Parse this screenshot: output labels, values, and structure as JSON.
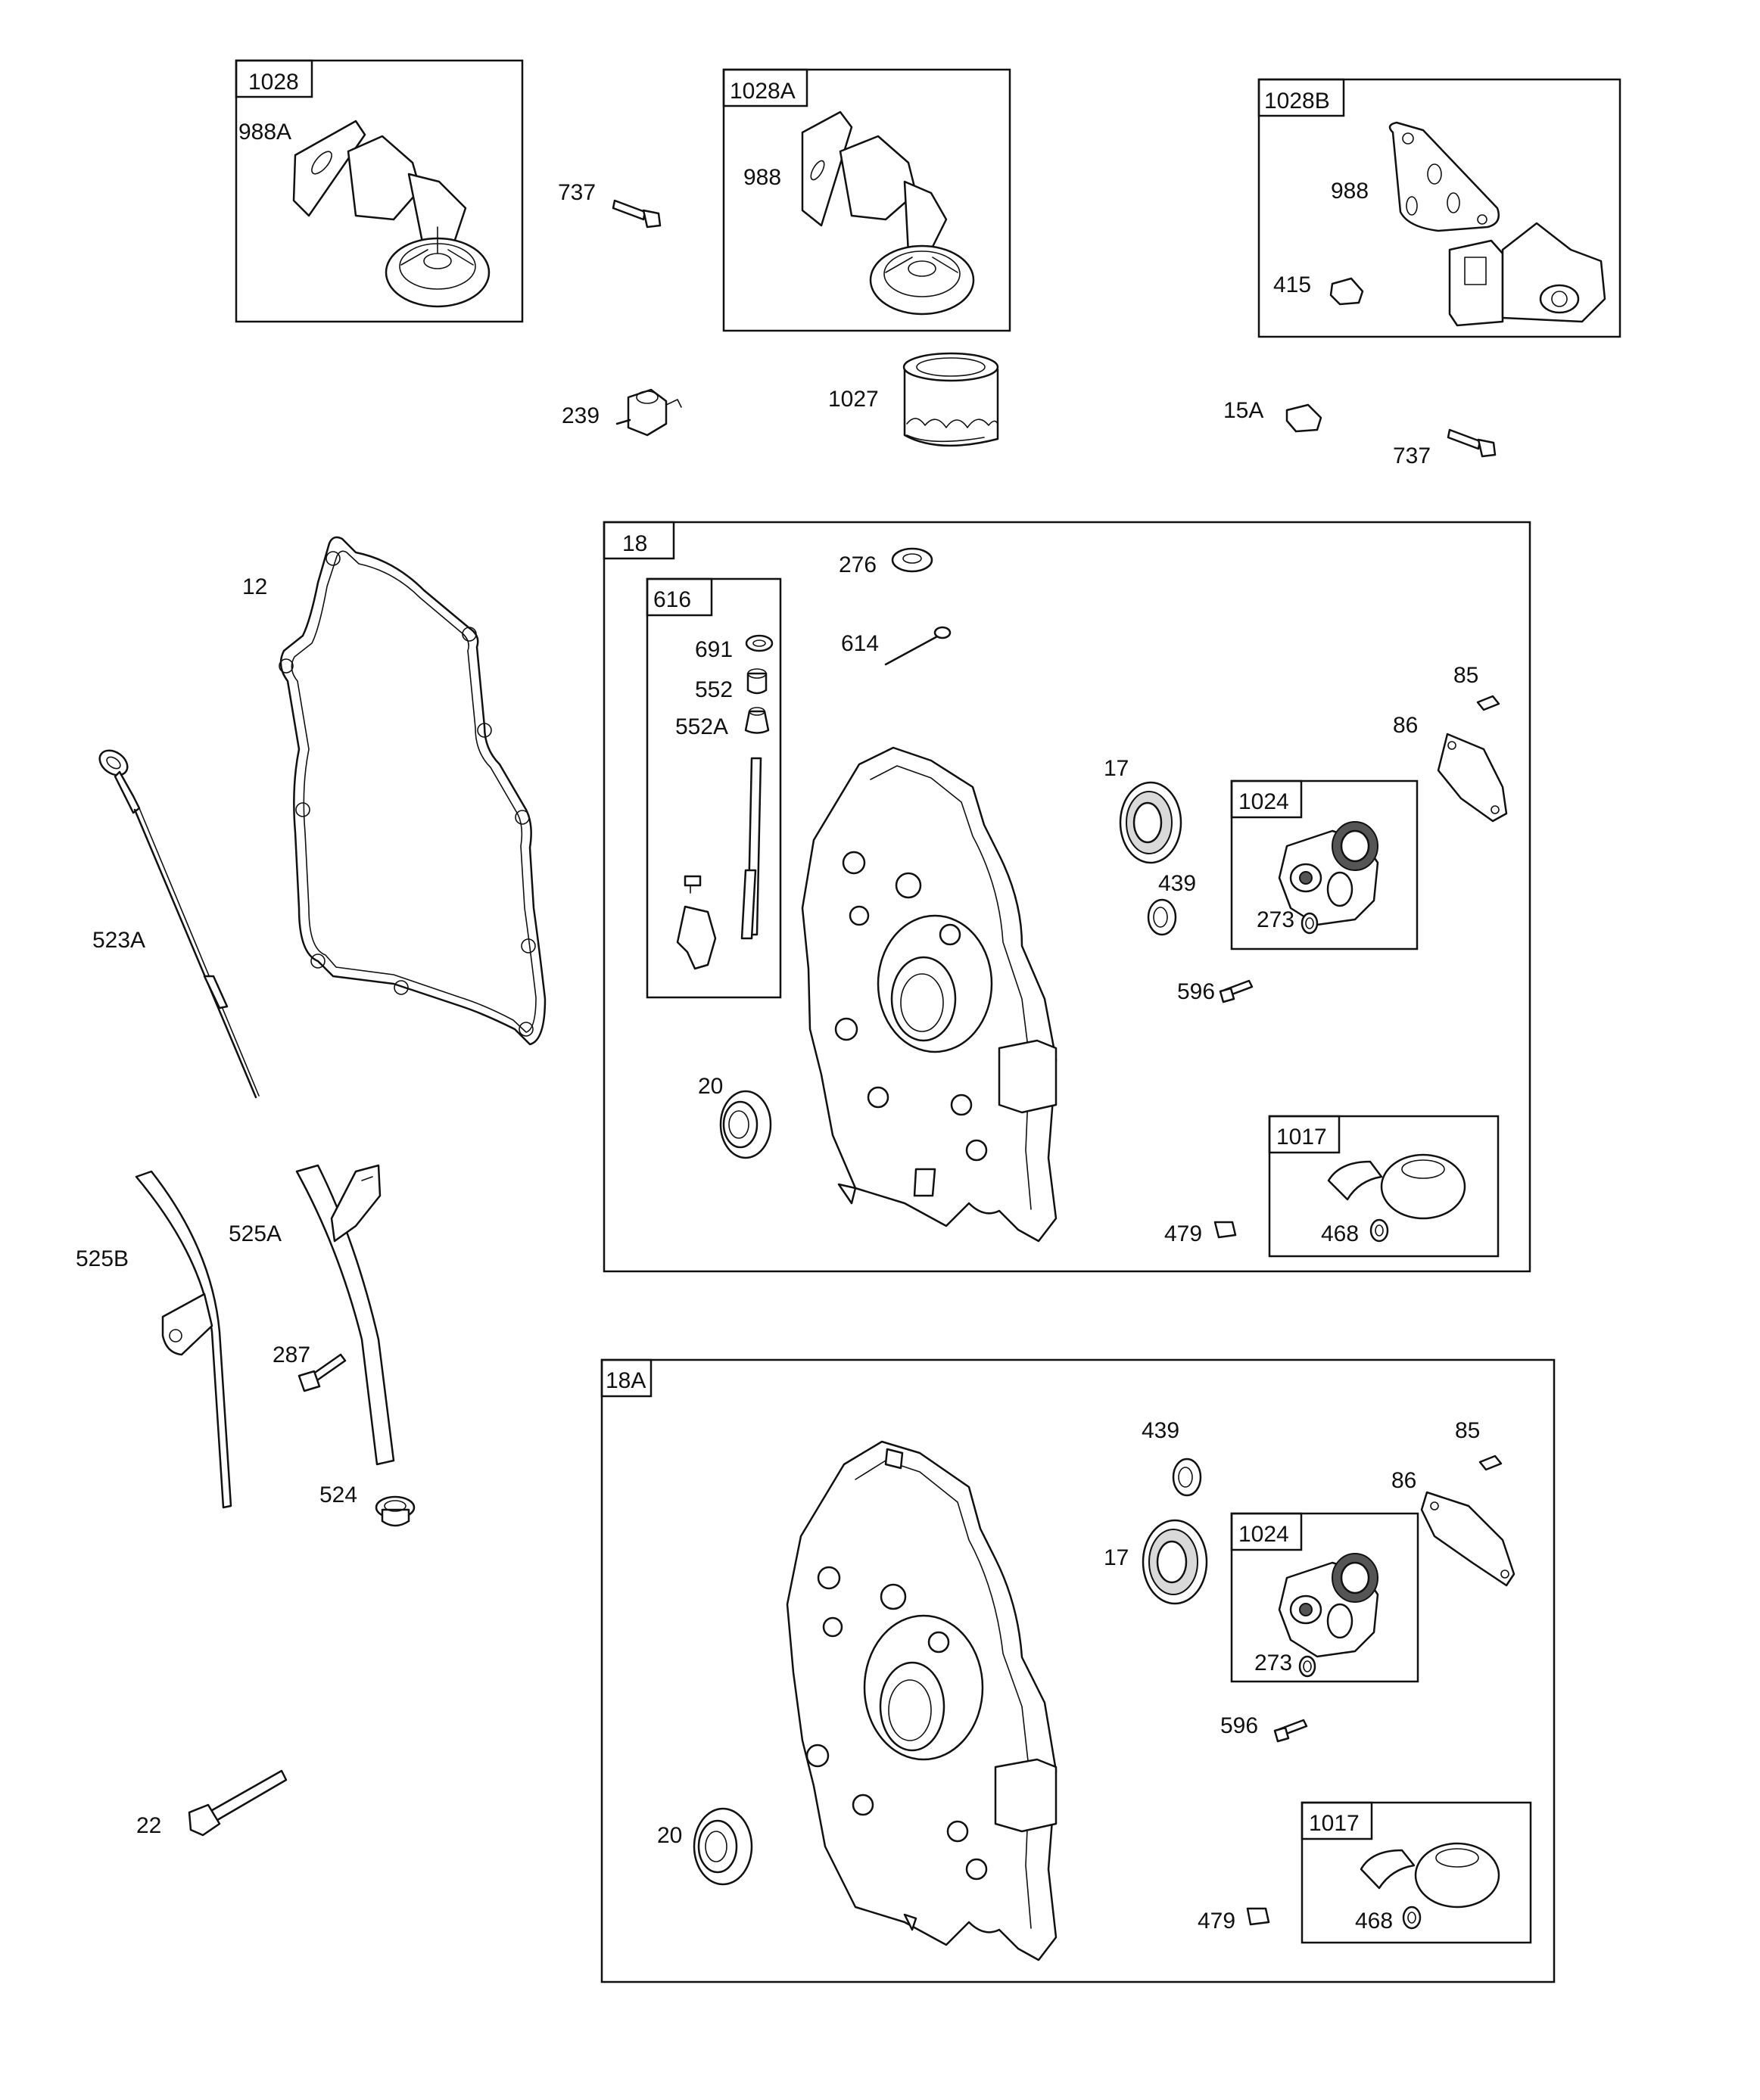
{
  "diagram": {
    "group_boxes": {
      "b1028": "1028",
      "b1028A": "1028A",
      "b1028B": "1028B",
      "b18": "18",
      "b616": "616",
      "b1024": "1024",
      "b1017": "1017",
      "b18A": "18A",
      "b1024_2": "1024",
      "b1017_2": "1017"
    },
    "part_labels": {
      "p988A": "988A",
      "p737a": "737",
      "p988a": "988",
      "p988b": "988",
      "p415": "415",
      "p239": "239",
      "p1027": "1027",
      "p15A": "15A",
      "p737b": "737",
      "p12": "12",
      "p523A": "523A",
      "p276": "276",
      "p614": "614",
      "p691": "691",
      "p552": "552",
      "p552A": "552A",
      "p85a": "85",
      "p86a": "86",
      "p17a": "17",
      "p439a": "439",
      "p273a": "273",
      "p596a": "596",
      "p20a": "20",
      "p479a": "479",
      "p468a": "468",
      "p525B": "525B",
      "p525A": "525A",
      "p287": "287",
      "p524": "524",
      "p22": "22",
      "p439b": "439",
      "p85b": "85",
      "p86b": "86",
      "p17b": "17",
      "p273b": "273",
      "p596b": "596",
      "p20b": "20",
      "p479b": "479",
      "p468b": "468"
    }
  }
}
